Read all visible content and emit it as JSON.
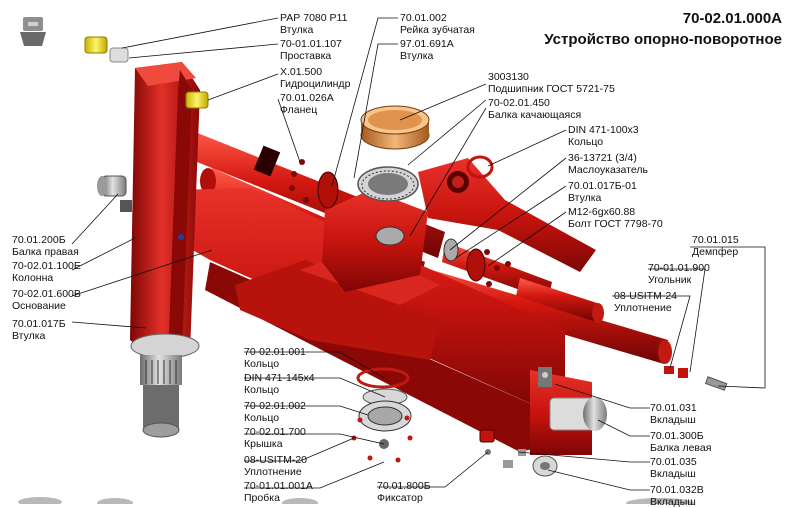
{
  "header": {
    "code": "70-02.01.000А",
    "name": "Устройство опорно-поворотное"
  },
  "labels": [
    {
      "id": "l1",
      "lines": [
        "РАР 7080 Р11",
        "Втулка"
      ]
    },
    {
      "id": "l2",
      "lines": [
        "70-01.01.107",
        "Проставка"
      ]
    },
    {
      "id": "l3",
      "lines": [
        "Х.01.500",
        "Гидроцилиндр"
      ]
    },
    {
      "id": "l4",
      "lines": [
        "70.01.026А",
        "Фланец"
      ]
    },
    {
      "id": "l5",
      "lines": [
        "70.01.002",
        "Рейка зубчатая"
      ]
    },
    {
      "id": "l6",
      "lines": [
        "97.01.691А",
        "Втулка"
      ]
    },
    {
      "id": "l7",
      "lines": [
        "3003130",
        "Подшипник ГОСТ 5721-75"
      ]
    },
    {
      "id": "l8",
      "lines": [
        "70-02.01.450",
        "Балка качающаяся"
      ]
    },
    {
      "id": "l9",
      "lines": [
        "DIN 471-100х3",
        "Кольцо"
      ]
    },
    {
      "id": "l10",
      "lines": [
        "36-13721 (3/4)",
        "Маслоуказатель"
      ]
    },
    {
      "id": "l11",
      "lines": [
        "70.01.017Б-01",
        "Втулка"
      ]
    },
    {
      "id": "l12",
      "lines": [
        "М12-6gх60.88",
        "Болт ГОСТ 7798-70"
      ]
    },
    {
      "id": "l13",
      "lines": [
        "70.01.015",
        "Демпфер"
      ]
    },
    {
      "id": "l14",
      "lines": [
        "70-01.01.900",
        "Угольник"
      ]
    },
    {
      "id": "l15",
      "lines": [
        "08-USITM-24",
        "Уплотнение"
      ]
    },
    {
      "id": "l16",
      "lines": [
        "70.01.200Б",
        "Балка правая"
      ]
    },
    {
      "id": "l17",
      "lines": [
        "70-02.01.100Е",
        "Колонна"
      ]
    },
    {
      "id": "l18",
      "lines": [
        "70-02.01.600В",
        "Основание"
      ]
    },
    {
      "id": "l19",
      "lines": [
        "70.01.017Б",
        "Втулка"
      ]
    },
    {
      "id": "l20",
      "lines": [
        "70-02.01.001",
        "Кольцо"
      ]
    },
    {
      "id": "l21",
      "lines": [
        "DIN 471-145х4",
        "Кольцо"
      ]
    },
    {
      "id": "l22",
      "lines": [
        "70-02.01.002",
        "Кольцо"
      ]
    },
    {
      "id": "l23",
      "lines": [
        "70-02.01.700",
        "Крышка"
      ]
    },
    {
      "id": "l24",
      "lines": [
        "08-USITM-20",
        "Уплотнение"
      ]
    },
    {
      "id": "l25",
      "lines": [
        "70-01.01.001А",
        "Пробка"
      ]
    },
    {
      "id": "l26",
      "lines": [
        "70.01.800Б",
        "Фиксатор"
      ]
    },
    {
      "id": "l27",
      "lines": [
        "70.01.031",
        "Вкладыш"
      ]
    },
    {
      "id": "l28",
      "lines": [
        "70.01.300Б",
        "Балка левая"
      ]
    },
    {
      "id": "l29",
      "lines": [
        "70.01.035",
        "Вкладыш"
      ]
    },
    {
      "id": "l30",
      "lines": [
        "70.01.032В",
        "Вкладыш"
      ]
    }
  ]
}
